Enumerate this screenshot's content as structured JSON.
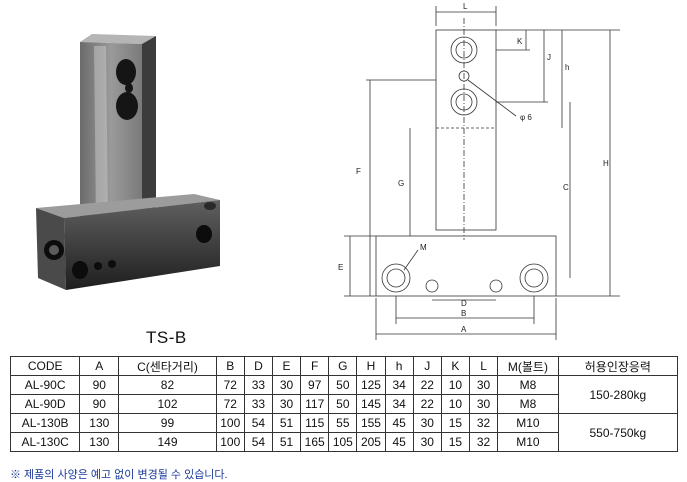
{
  "caption": "TS-B",
  "drawing": {
    "labels": {
      "L": "L",
      "K": "K",
      "J": "J",
      "h": "h",
      "phi": "φ 6",
      "F": "F",
      "G": "G",
      "C": "C",
      "H": "H",
      "M": "M",
      "E": "E",
      "D": "D",
      "B": "B",
      "A": "A"
    }
  },
  "table": {
    "headers": [
      "CODE",
      "A",
      "C(센타거리)",
      "B",
      "D",
      "E",
      "F",
      "G",
      "H",
      "h",
      "J",
      "K",
      "L",
      "M(볼트)",
      "허용인장응력"
    ],
    "rows": [
      [
        "AL-90C",
        "90",
        "82",
        "72",
        "33",
        "30",
        "97",
        "50",
        "125",
        "34",
        "22",
        "10",
        "30",
        "M8"
      ],
      [
        "AL-90D",
        "90",
        "102",
        "72",
        "33",
        "30",
        "117",
        "50",
        "145",
        "34",
        "22",
        "10",
        "30",
        "M8"
      ],
      [
        "AL-130B",
        "130",
        "99",
        "100",
        "54",
        "51",
        "115",
        "55",
        "155",
        "45",
        "30",
        "15",
        "32",
        "M10"
      ],
      [
        "AL-130C",
        "130",
        "149",
        "100",
        "54",
        "51",
        "165",
        "105",
        "205",
        "45",
        "30",
        "15",
        "32",
        "M10"
      ]
    ],
    "load_groups": [
      "150-280kg",
      "550-750kg"
    ]
  },
  "footnote": "※ 제품의 사양은 예고 없이 변경될 수 있습니다."
}
